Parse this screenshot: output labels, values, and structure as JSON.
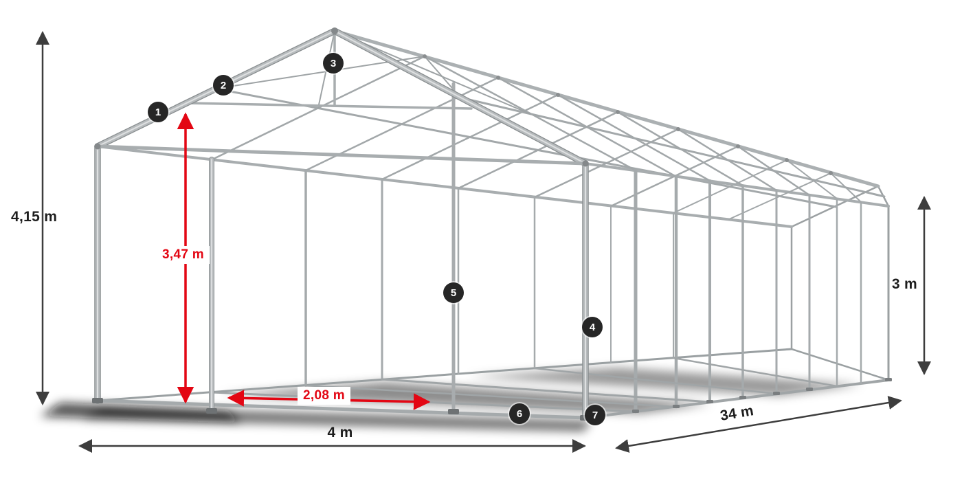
{
  "diagram": {
    "type": "tent-frame-construction-drawing",
    "colors": {
      "frame_gray": "#b3b7b9",
      "frame_dark": "#888d8f",
      "accent_red": "#e30613",
      "dimension_dark": "#3d3d3d",
      "badge_bg": "#262626",
      "badge_text": "#ffffff",
      "background": "#ffffff"
    },
    "dimensions": {
      "total_height": "4,15 m",
      "inner_height": "3,47 m",
      "bay_spacing": "2,08 m",
      "width": "4 m",
      "length": "34 m",
      "side_height": "3 m"
    },
    "markers": {
      "m1": "1",
      "m2": "2",
      "m3": "3",
      "m4": "4",
      "m5": "5",
      "m6": "6",
      "m7": "7"
    }
  }
}
